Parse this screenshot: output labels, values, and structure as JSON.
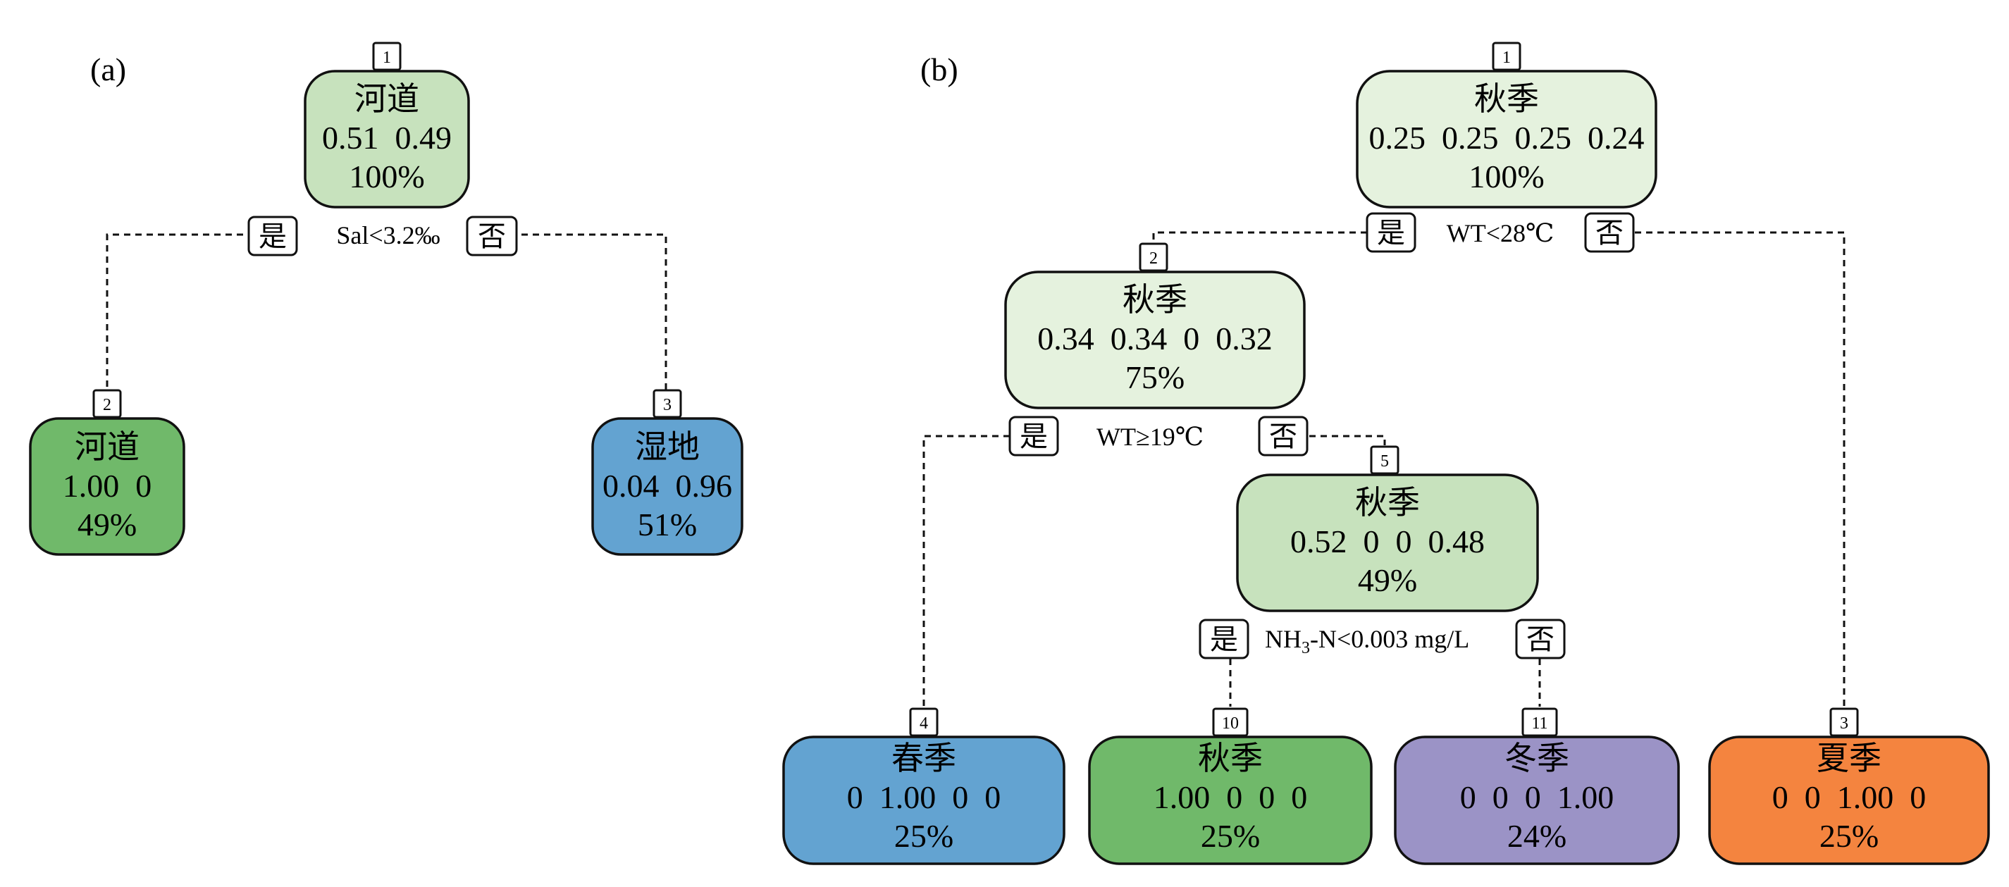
{
  "colors": {
    "light_green": "#c7e2bd",
    "pale_green": "#e5f2de",
    "green": "#70b96a",
    "blue": "#63a3d1",
    "purple": "#9b93c6",
    "orange": "#f4843f"
  },
  "panel_a": {
    "label": "(a)",
    "nodes": [
      {
        "id": "1",
        "class": "河道",
        "probs": "0.51  0.49",
        "pct": "100%",
        "color": "light_green"
      },
      {
        "id": "2",
        "class": "河道",
        "probs": "1.00  0",
        "pct": "49%",
        "color": "green"
      },
      {
        "id": "3",
        "class": "湿地",
        "probs": "0.04  0.96",
        "pct": "51%",
        "color": "blue"
      }
    ],
    "splits": [
      {
        "condition": "Sal<3.2‰",
        "yes": "是",
        "no": "否"
      }
    ]
  },
  "panel_b": {
    "label": "(b)",
    "nodes": [
      {
        "id": "1",
        "class": "秋季",
        "probs": "0.25  0.25  0.25  0.24",
        "pct": "100%",
        "color": "pale_green"
      },
      {
        "id": "2",
        "class": "秋季",
        "probs": "0.34  0.34  0  0.32",
        "pct": "75%",
        "color": "pale_green"
      },
      {
        "id": "5",
        "class": "秋季",
        "probs": "0.52  0  0  0.48",
        "pct": "49%",
        "color": "light_green"
      },
      {
        "id": "4",
        "class": "春季",
        "probs": "0  1.00  0  0",
        "pct": "25%",
        "color": "blue"
      },
      {
        "id": "10",
        "class": "秋季",
        "probs": "1.00  0  0  0",
        "pct": "25%",
        "color": "green"
      },
      {
        "id": "11",
        "class": "冬季",
        "probs": "0  0  0  1.00",
        "pct": "24%",
        "color": "purple"
      },
      {
        "id": "3",
        "class": "夏季",
        "probs": "0  0  1.00  0",
        "pct": "25%",
        "color": "orange"
      }
    ],
    "splits": [
      {
        "condition": "WT<28℃",
        "yes": "是",
        "no": "否"
      },
      {
        "condition": "WT≥19℃",
        "yes": "是",
        "no": "否"
      },
      {
        "condition_parts": [
          "NH",
          "3",
          "-N<0.003 mg/L"
        ],
        "yes": "是",
        "no": "否"
      }
    ]
  }
}
